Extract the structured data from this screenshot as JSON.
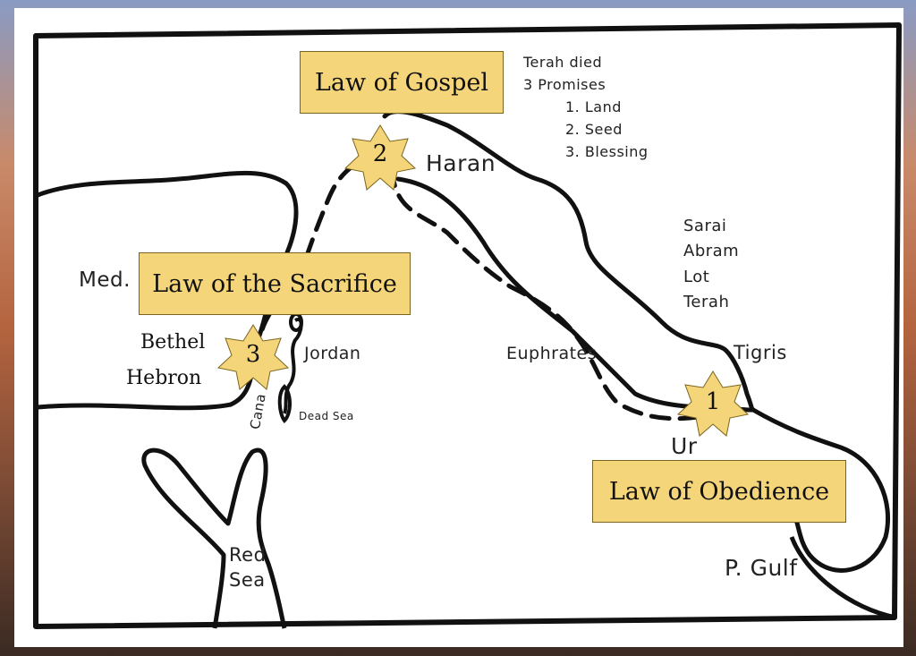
{
  "law_labels": {
    "gospel": "Law of Gospel",
    "sacrifice": "Law of the Sacrifice",
    "obedience": "Law of Obedience"
  },
  "stars": {
    "one": "1",
    "two": "2",
    "three": "3"
  },
  "places": {
    "bethel": "Bethel",
    "hebron": "Hebron",
    "haran": "Haran",
    "med": "Med.",
    "jordan": "Jordan",
    "canaan": "Cana",
    "dead_sea": "Dead Sea",
    "euphrates": "Euphrates",
    "tigris": "Tigris",
    "ur": "Ur",
    "red_sea_1": "Red",
    "red_sea_2": "Sea",
    "p_gulf": "P. Gulf"
  },
  "notes": {
    "terah_died": "Terah died",
    "promises": "3 Promises",
    "land": "1. Land",
    "seed": "2. Seed",
    "blessing": "3. Blessing"
  },
  "travelers": [
    "Sarai",
    "Abram",
    "Lot",
    "Terah"
  ],
  "colors": {
    "label_fill": "#f5d57a",
    "ink": "#111111",
    "paper": "#ffffff"
  }
}
